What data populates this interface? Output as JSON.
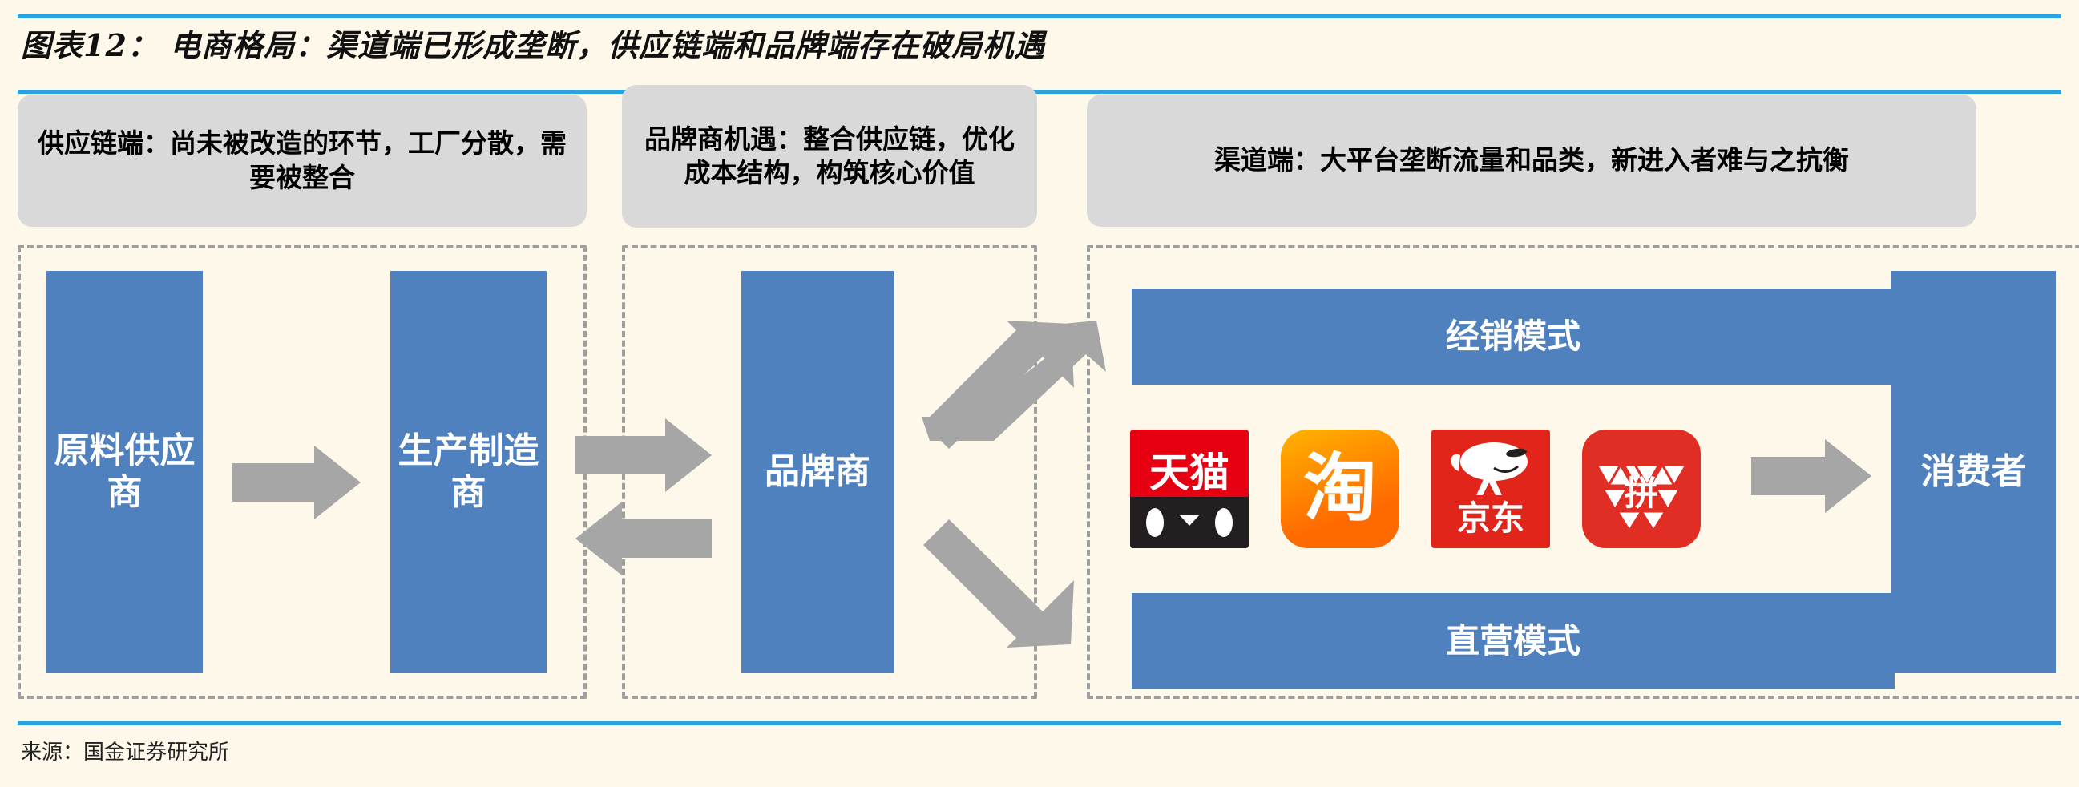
{
  "chart_title": "图表12： 电商格局：渠道端已形成垄断，供应链端和品牌端存在破局机遇",
  "source_note": "来源：国金证券研究所",
  "callouts": {
    "supply": "供应链端：尚未被改造的环节，工厂分散，需要被整合",
    "brand": "品牌商机遇：整合供应链，优化成本结构，构筑核心价值",
    "channel": "渠道端：大平台垄断流量和品类，新进入者难与之抗衡"
  },
  "nodes": {
    "raw_material": "原料供应商",
    "manufacturing": "生产制造商",
    "brand_owner": "品牌商",
    "distribution_model": "经销模式",
    "direct_model": "直营模式",
    "consumer": "消费者"
  },
  "platforms": [
    {
      "name": "天猫",
      "id": "tmall",
      "color": "#e60012"
    },
    {
      "name": "淘",
      "id": "taobao",
      "color": "#ff6a00"
    },
    {
      "name": "京东",
      "id": "jd",
      "color": "#e1251b"
    },
    {
      "name": "拼",
      "id": "pinduoduo",
      "color": "#e02e24"
    }
  ],
  "colors": {
    "accent_rule": "#2aa3e0",
    "node_blue": "#4e81bd",
    "callout_gray": "#d9d9d9",
    "arrow_gray": "#a6a6a6",
    "background": "#fdf8e9",
    "dashed_border": "#9e9e9e"
  }
}
